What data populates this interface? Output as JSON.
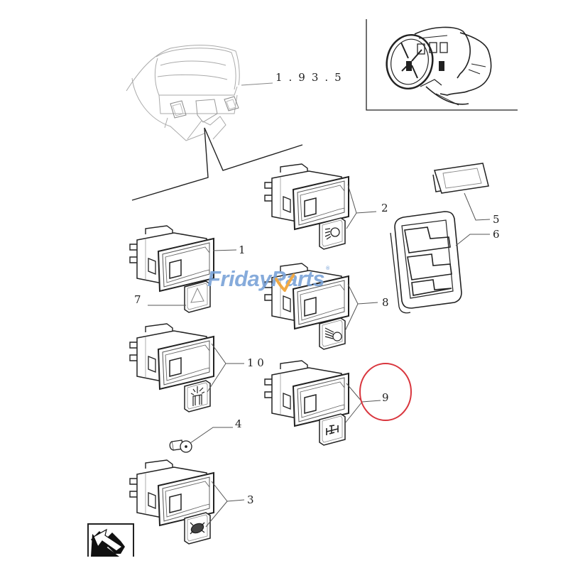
{
  "diagram": {
    "type": "exploded-parts-diagram",
    "subject": "Dashboard rocker switches",
    "reference_label": "1.93.5",
    "callouts": [
      {
        "id": "1",
        "label": "1",
        "part": "rocker switch"
      },
      {
        "id": "2",
        "label": "2",
        "part": "rocker switch with headlight symbol"
      },
      {
        "id": "3",
        "label": "3",
        "part": "rocker switch with rotating symbol"
      },
      {
        "id": "4",
        "label": "4",
        "part": "bulb"
      },
      {
        "id": "5",
        "label": "5",
        "part": "blanking cover"
      },
      {
        "id": "6",
        "label": "6",
        "part": "triple switch frame"
      },
      {
        "id": "7",
        "label": "7",
        "part": "hazard warning symbol cap"
      },
      {
        "id": "8",
        "label": "8",
        "part": "rocker switch with work light symbol"
      },
      {
        "id": "9",
        "label": "9",
        "part": "rocker switch with differential lock symbol",
        "highlighted": true
      },
      {
        "id": "10",
        "label": "1 0",
        "part": "rocker switch with beacon symbol"
      }
    ],
    "highlight_color": "#d9363e",
    "symbols": [
      "hazard-triangle",
      "headlight",
      "work-light",
      "beacon",
      "diff-lock",
      "rotary-beacon"
    ]
  },
  "watermark": {
    "text": "FridayParts",
    "brand_color": "#7aa3d8",
    "accent_color": "#f0a030",
    "registered": "®"
  }
}
